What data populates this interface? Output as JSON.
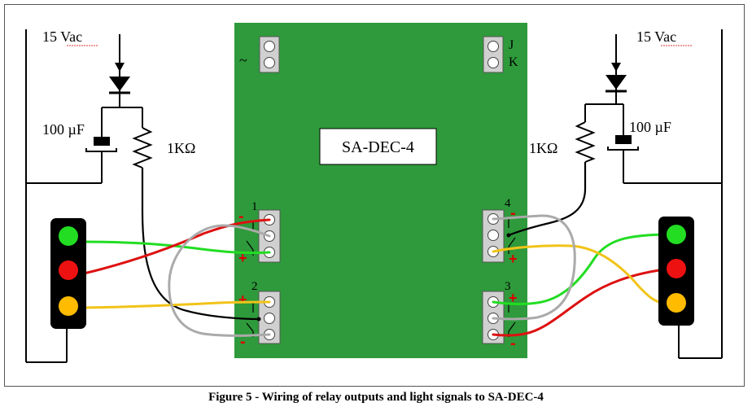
{
  "board": {
    "name": "SA-DEC-4",
    "color": "#2e9a3b"
  },
  "left_supply": {
    "voltage": "15 Vac",
    "capacitor": "100 µF",
    "resistor": "1KΩ"
  },
  "right_supply": {
    "voltage": "15 Vac",
    "capacitor": "100 µF",
    "resistor": "1KΩ"
  },
  "connectors": {
    "power": {
      "label": "~"
    },
    "jk": {
      "label_top": "J",
      "label_bottom": "K"
    },
    "out1": {
      "number": "1",
      "minus": "-",
      "plus": "+"
    },
    "out2": {
      "number": "2",
      "plus": "+",
      "minus": "-"
    },
    "out3": {
      "number": "3",
      "plus": "+",
      "minus": "-"
    },
    "out4": {
      "number": "4",
      "minus": "-",
      "plus": "+"
    }
  },
  "signal_lamps": {
    "top": "green",
    "middle": "red",
    "bottom": "yellow"
  },
  "colors": {
    "green_lamp": "#22dd22",
    "red_lamp": "#ee1111",
    "yellow_lamp": "#ffbb00",
    "wire_black": "#000000",
    "wire_red": "#dd1111",
    "wire_green": "#22dd22",
    "wire_yellow": "#f2c318",
    "wire_gray": "#aaaaaa",
    "sign_red": "#dd0000"
  },
  "caption": "Figure 5 - Wiring of relay outputs and light signals to SA-DEC-4"
}
